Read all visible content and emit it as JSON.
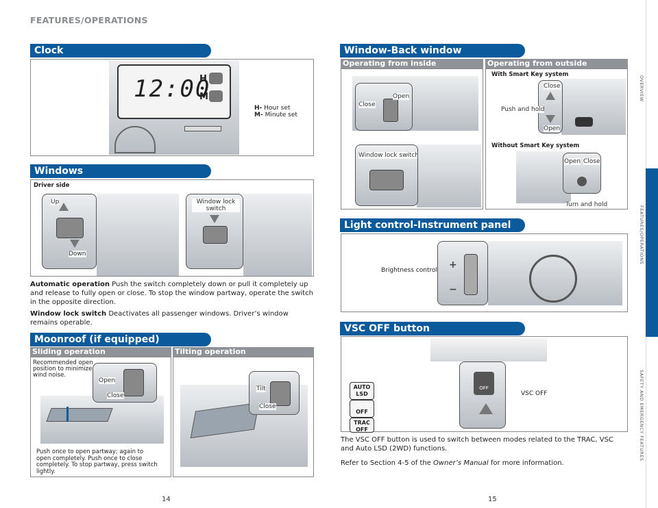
{
  "header": "FEATURES/OPERATIONS",
  "clock": {
    "title": "Clock",
    "display": "12:00",
    "h_key": "H",
    "m_key": "M",
    "legend_h": "H-",
    "legend_h_text": " Hour set",
    "legend_m": "M-",
    "legend_m_text": " Minute set"
  },
  "windows": {
    "title": "Windows",
    "driver_side": "Driver side",
    "up": "Up",
    "down": "Down",
    "window_lock_switch": "Window lock switch",
    "auto_op_title": "Automatic operation",
    "auto_op_text": " Push the switch completely down or pull it completely up and release to fully open or close. To stop the window partway, operate the switch in the opposite direction.",
    "lock_title": "Window lock switch",
    "lock_text": " Deactivates all passenger windows. Driver’s window remains operable."
  },
  "moonroof": {
    "title": "Moonroof (if equipped)",
    "sliding": "Sliding operation",
    "tilting": "Tilting operation",
    "recommended": "Recommended open position to minimize wind noise.",
    "open": "Open",
    "close": "Close",
    "tilt": "Tilt",
    "close2": "Close",
    "push_text": "Push once to open partway; again to open completely. Push once to close completely. To stop partway, press switch lightly."
  },
  "back_window": {
    "title": "Window-Back window",
    "inside": "Operating from inside",
    "outside": "Operating from outside",
    "close": "Close",
    "open": "Open",
    "window_lock_switch": "Window lock switch",
    "smart_key": "With Smart Key system",
    "sk_close": "Close",
    "push_hold": "Push and hold",
    "sk_open": "Open",
    "without_smart": "Without Smart Key system",
    "ns_open": "Open",
    "ns_close": "Close",
    "turn_hold": "Turn and hold"
  },
  "light": {
    "title": "Light control-Instrument panel",
    "brightness": "Brightness control"
  },
  "vsc": {
    "title": "VSC OFF button",
    "btn_auto_1": "AUTO",
    "btn_auto_2": "LSD",
    "btn_off": "OFF",
    "btn_trac_1": "TRAC",
    "btn_trac_2": "OFF",
    "vsc_off_label": "VSC OFF",
    "desc1": "The VSC OFF button is used to switch between modes related to the TRAC, VSC and Auto LSD (2WD) functions.",
    "desc2_a": "Refer to Section 4-5 of the ",
    "desc2_b": "Owner’s Manual",
    "desc2_c": " for more information."
  },
  "side_tabs": {
    "overview": "OVERVIEW",
    "features": "FEATURES/OPERATIONS",
    "safety": "SAFETY AND EMERGENCY FEATURES"
  },
  "pages": {
    "left": "14",
    "right": "15"
  },
  "colors": {
    "banner": "#0b5a9c",
    "subbar": "#8f9296",
    "side": "#0b5a9c"
  }
}
